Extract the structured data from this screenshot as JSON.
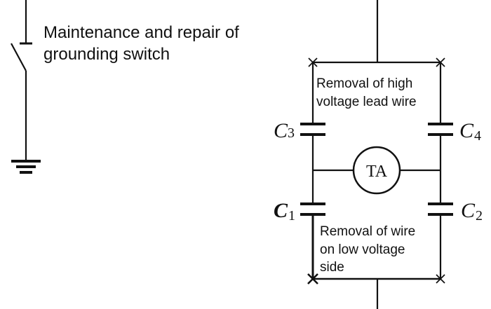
{
  "diagram": {
    "grounding_switch": {
      "label_line1": "Maintenance and repair of",
      "label_line2": "grounding switch"
    },
    "bridge": {
      "top_note_line1": "Removal of high",
      "top_note_line2": "voltage lead wire",
      "bottom_note_line1": "Removal of wire",
      "bottom_note_line2": "on low voltage",
      "bottom_note_line3": "side",
      "meter_label": "TA",
      "capacitors": [
        {
          "letter": "C",
          "sub": "3"
        },
        {
          "letter": "C",
          "sub": "4"
        },
        {
          "letter": "C",
          "sub": "1"
        },
        {
          "letter": "C",
          "sub": "2"
        }
      ]
    }
  }
}
